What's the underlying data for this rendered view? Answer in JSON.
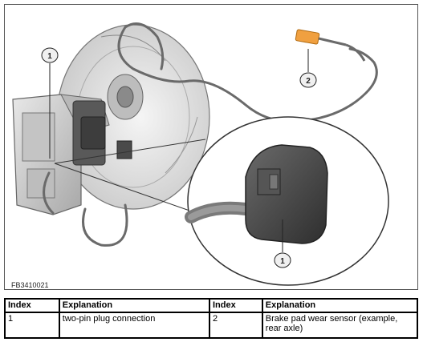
{
  "figure": {
    "id_code": "FB3410021",
    "callouts": [
      {
        "number": "1"
      },
      {
        "number": "2"
      },
      {
        "number": "1"
      }
    ]
  },
  "legend": {
    "headers": [
      "Index",
      "Explanation",
      "Index",
      "Explanation"
    ],
    "rows": [
      {
        "index_a": "1",
        "explanation_a": "two-pin plug connection",
        "index_b": "2",
        "explanation_b": "Brake pad wear sensor (example, rear axle)"
      }
    ]
  },
  "colors": {
    "caliper": "#d6d6d6",
    "disc": "#e9e9e9",
    "cable": "#6a6a6a",
    "sensor": "#f0a040",
    "plug": "#4a4a4a",
    "callout_fill": "#f0f0f0"
  }
}
